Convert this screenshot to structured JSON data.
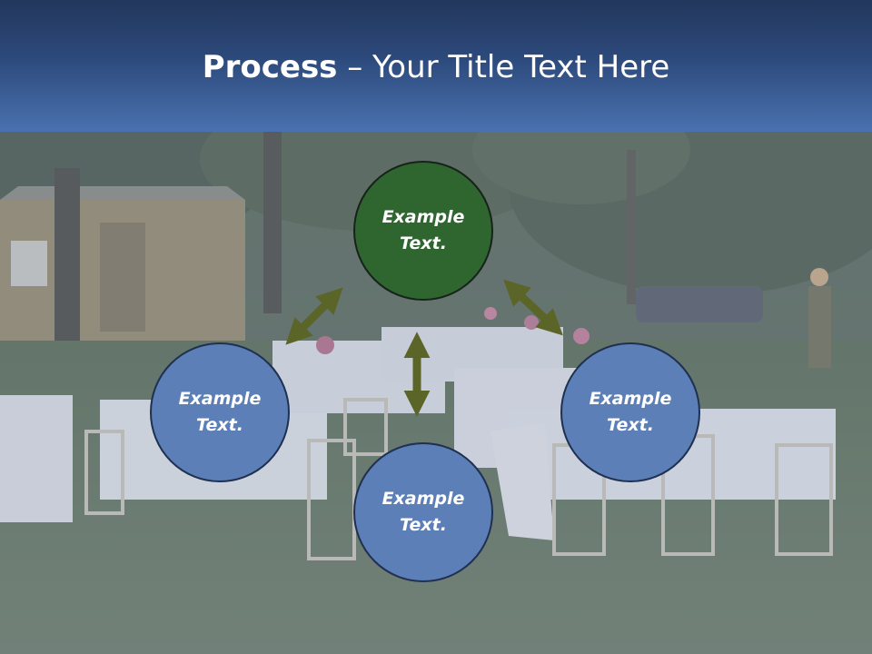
{
  "slide": {
    "title_bold": "Process",
    "title_rest": " – Your Title Text Here"
  },
  "diagram": {
    "center_color": "#2f6630",
    "node_color": "#5b7fb6",
    "arrow_color": "#5b6528",
    "nodes": {
      "top": "Example Text.",
      "left": "Example Text.",
      "right": "Example Text.",
      "bottom": "Example Text."
    }
  }
}
